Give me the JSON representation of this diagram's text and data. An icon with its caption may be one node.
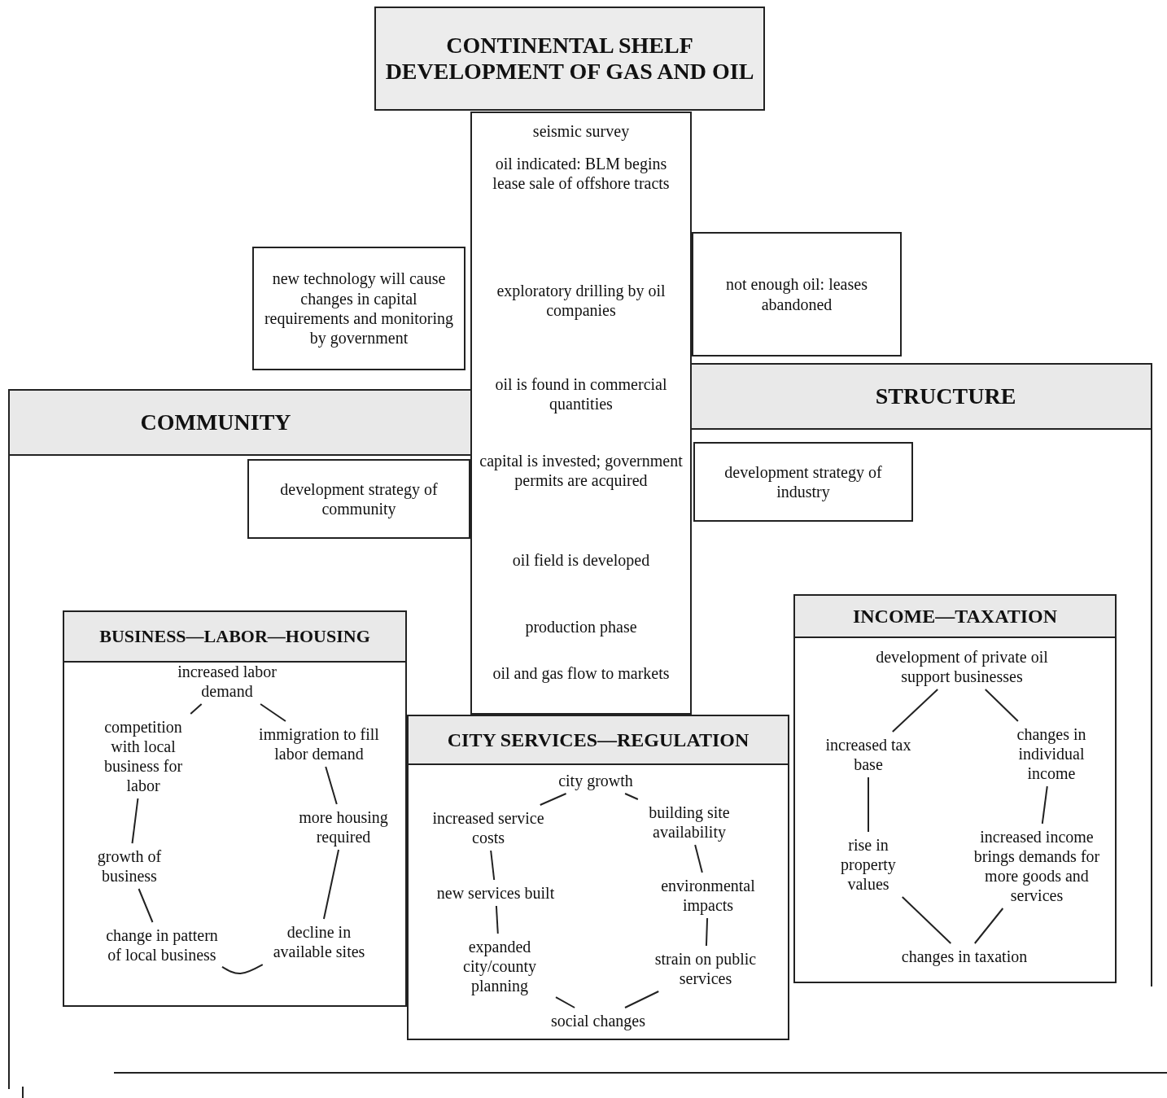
{
  "diagram": {
    "nodes": [
      {
        "text": [
          "CONTINENTAL SHELF DEVELOPMENT OF GAS AND OIL"
        ]
      },
      {
        "text": [
          "seismic survey",
          "oil indicated: BLM begins lease sale of offshore tracts",
          "exploratory drilling by oil companies",
          "oil is found in commercial quantities",
          "capital is invested; government permits are acquired",
          "oil field is developed",
          "production phase",
          "oil and gas flow to markets"
        ]
      },
      {
        "text": [
          "new technology will cause changes in capital requirements and monitoring by government"
        ]
      },
      {
        "text": [
          "not enough oil: leases abandoned"
        ]
      },
      {
        "text": [
          "COMMUNITY"
        ]
      },
      {
        "text": [
          "STRUCTURE"
        ]
      },
      {
        "text": [
          "development strategy of community"
        ],
        "in": 4
      },
      {
        "text": [
          "development strategy of industry"
        ],
        "in": 5
      },
      {
        "text": [
          "BUSINESS—LABOR—HOUSING"
        ],
        "in": 4
      },
      {
        "text": [
          "increased labor demand"
        ],
        "in": 8
      },
      {
        "text": [
          "immigration to fill labor demand"
        ],
        "in": 8
      },
      {
        "text": [
          "more housing required"
        ],
        "in": 8
      },
      {
        "text": [
          "decline in available sites"
        ],
        "in": 8
      },
      {
        "text": [
          "change in pattern of local business"
        ],
        "in": 8
      },
      {
        "text": [
          "growth of business"
        ],
        "in": 8
      },
      {
        "text": [
          "competition with local business for labor"
        ],
        "in": 8
      },
      {
        "text": [
          "INCOME—TAXATION"
        ],
        "in": 5
      },
      {
        "text": [
          "development of private oil support businesses"
        ],
        "in": 16
      },
      {
        "text": [
          "changes in individual income"
        ],
        "in": 16
      },
      {
        "text": [
          "increased income brings demands for more goods and services"
        ],
        "in": 16
      },
      {
        "text": [
          "changes in taxation"
        ],
        "in": 16
      },
      {
        "text": [
          "rise in property values"
        ],
        "in": 16
      },
      {
        "text": [
          "increased tax base"
        ],
        "in": 16
      },
      {
        "text": [
          "CITY SERVICES—REGULATION"
        ]
      },
      {
        "text": [
          "city growth"
        ],
        "in": 23
      },
      {
        "text": [
          "building site availability"
        ],
        "in": 23
      },
      {
        "text": [
          "environmental impacts"
        ],
        "in": 23
      },
      {
        "text": [
          "strain on public services"
        ],
        "in": 23
      },
      {
        "text": [
          "social changes"
        ],
        "in": 23
      },
      {
        "text": [
          "expanded city/county planning"
        ],
        "in": 23
      },
      {
        "text": [
          "new services built"
        ],
        "in": 23
      },
      {
        "text": [
          "increased service costs"
        ],
        "in": 23
      }
    ],
    "edges": [
      {
        "from": 9,
        "to": 10,
        "arrow": "none"
      },
      {
        "from": 10,
        "to": 11,
        "arrow": "none"
      },
      {
        "from": 11,
        "to": 12,
        "arrow": "none"
      },
      {
        "from": 12,
        "to": 13,
        "arrow": "none"
      },
      {
        "from": 13,
        "to": 14,
        "arrow": "none"
      },
      {
        "from": 14,
        "to": 15,
        "arrow": "none"
      },
      {
        "from": 15,
        "to": 9,
        "arrow": "none"
      },
      {
        "from": 17,
        "to": 18,
        "arrow": "none"
      },
      {
        "from": 18,
        "to": 19,
        "arrow": "none"
      },
      {
        "from": 19,
        "to": 20,
        "arrow": "none"
      },
      {
        "from": 20,
        "to": 21,
        "arrow": "none"
      },
      {
        "from": 21,
        "to": 22,
        "arrow": "none"
      },
      {
        "from": 22,
        "to": 17,
        "arrow": "none"
      },
      {
        "from": 24,
        "to": 25,
        "arrow": "none"
      },
      {
        "from": 25,
        "to": 26,
        "arrow": "none"
      },
      {
        "from": 26,
        "to": 27,
        "arrow": "none"
      },
      {
        "from": 27,
        "to": 28,
        "arrow": "none"
      },
      {
        "from": 28,
        "to": 29,
        "arrow": "none"
      },
      {
        "from": 29,
        "to": 30,
        "arrow": "none"
      },
      {
        "from": 30,
        "to": 31,
        "arrow": "none"
      },
      {
        "from": 31,
        "to": 24,
        "arrow": "none"
      }
    ]
  }
}
